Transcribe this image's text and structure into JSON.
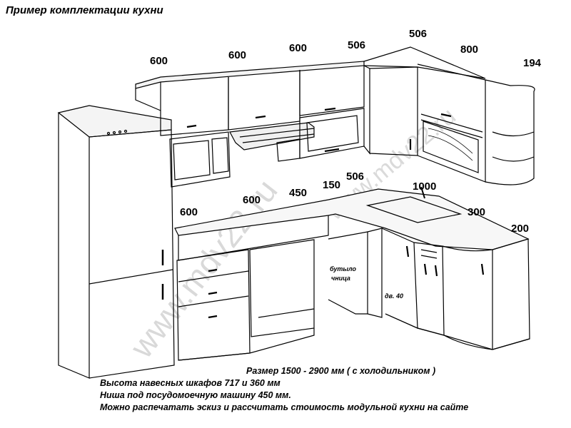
{
  "title": "Пример комплектации кухни",
  "dimensions": {
    "upper": [
      "600",
      "600",
      "600",
      "506",
      "506",
      "800",
      "194"
    ],
    "lower": [
      "600",
      "600",
      "450",
      "150",
      "506",
      "1000",
      "300",
      "200"
    ]
  },
  "labels": {
    "bottle_1": "бутыло",
    "bottle_2": "чница",
    "door": "дв. 40"
  },
  "watermark": "www.mdv22.ru",
  "notes": [
    "Размер 1500 - 2900 мм ( с холодильником )",
    "Высота навесных шкафов 717 и 360 мм",
    "Ниша под посудомоечную машину 450 мм.",
    "Можно распечатать эскиз и рассчитать стоимость модульной кухни на сайте"
  ]
}
